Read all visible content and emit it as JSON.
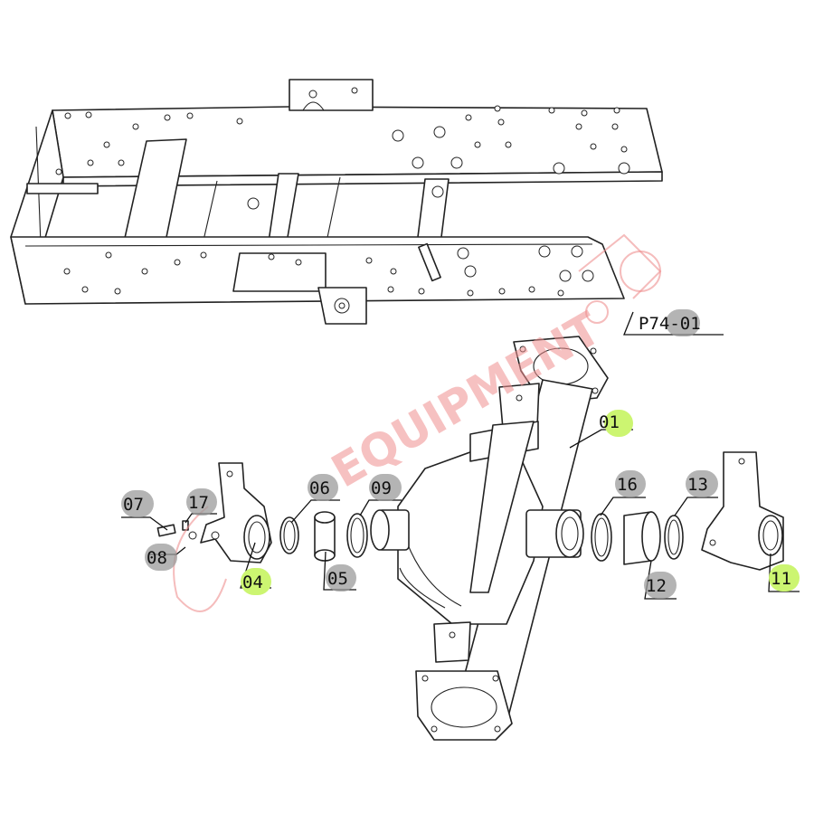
{
  "diagram": {
    "callouts": [
      {
        "id": "frame",
        "text": "P74-01",
        "highlight": "grey"
      },
      {
        "id": "01",
        "text": "01",
        "highlight": "green"
      },
      {
        "id": "04",
        "text": "04",
        "highlight": "green"
      },
      {
        "id": "05",
        "text": "05",
        "highlight": "grey"
      },
      {
        "id": "06",
        "text": "06",
        "highlight": "grey"
      },
      {
        "id": "07",
        "text": "07",
        "highlight": "grey"
      },
      {
        "id": "08",
        "text": "08",
        "highlight": "grey"
      },
      {
        "id": "09",
        "text": "09",
        "highlight": "grey"
      },
      {
        "id": "11",
        "text": "11",
        "highlight": "green"
      },
      {
        "id": "12",
        "text": "12",
        "highlight": "grey"
      },
      {
        "id": "13",
        "text": "13",
        "highlight": "grey"
      },
      {
        "id": "16",
        "text": "16",
        "highlight": "grey"
      },
      {
        "id": "17",
        "text": "17",
        "highlight": "grey"
      }
    ],
    "colors": {
      "highlight_green": "#ccf571",
      "highlight_grey": "#9b9b9b",
      "watermark": "#f08f8f",
      "line": "#222222"
    },
    "watermark": {
      "text": "EQUIPMENT"
    }
  }
}
